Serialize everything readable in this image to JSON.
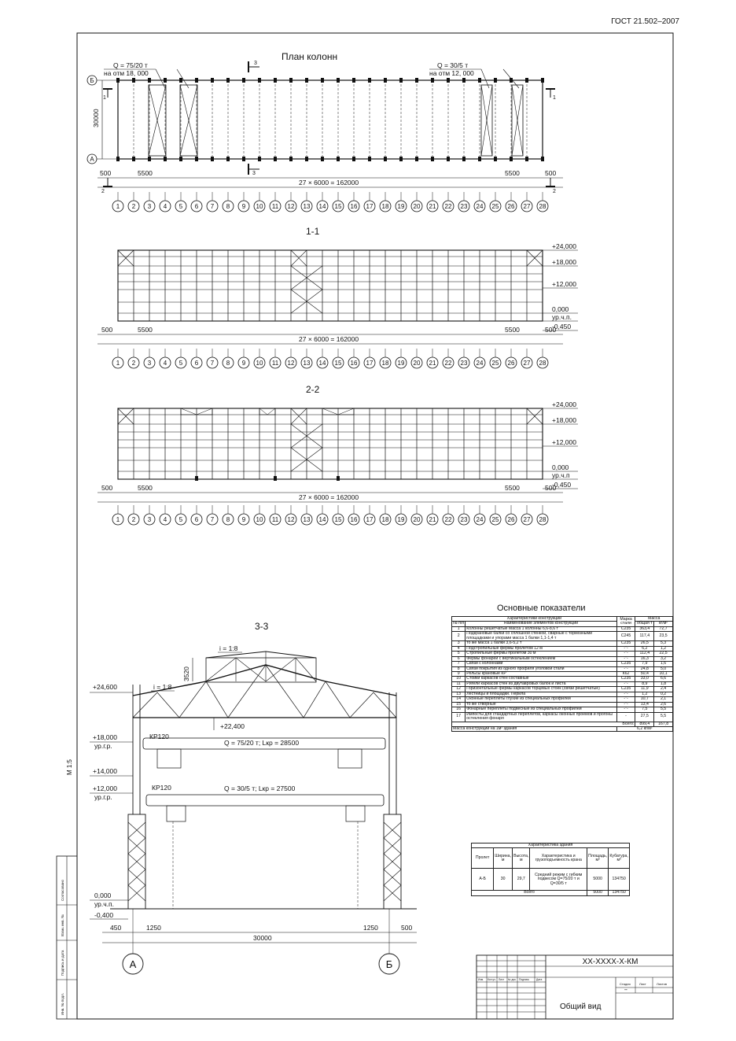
{
  "header": {
    "standard": "ГОСТ 21.502–2007"
  },
  "plan": {
    "title": "План колонн",
    "crane_left": {
      "q": "Q = 75/20 т",
      "level": "на отм  18, 000"
    },
    "crane_right": {
      "q": "Q = 30/5 т",
      "level": "на отм  12, 000"
    },
    "width_dim": "30000",
    "dims": {
      "left": "500",
      "bay_left": "5500",
      "total": "27 × 6000 = 162000",
      "bay_right": "5500",
      "right": "500"
    },
    "row_top": "Б",
    "row_bottom": "А",
    "sections": {
      "s1": "1",
      "s2": "2",
      "s3": "3"
    }
  },
  "axes": [
    "1",
    "2",
    "3",
    "4",
    "5",
    "6",
    "7",
    "8",
    "9",
    "10",
    "11",
    "12",
    "13",
    "14",
    "15",
    "16",
    "17",
    "18",
    "19",
    "20",
    "21",
    "22",
    "23",
    "24",
    "25",
    "26",
    "27",
    "28"
  ],
  "section11": {
    "title": "1-1",
    "levels": [
      "+24,000",
      "+18,000",
      "+12,000",
      "0,000",
      "ур.ч.п.",
      "-0,450"
    ],
    "dims": {
      "left": "500",
      "bay_left": "5500",
      "total": "27 × 6000 = 162000",
      "bay_right": "5500",
      "right": "500"
    }
  },
  "section22": {
    "title": "2-2",
    "levels": [
      "+24,000",
      "+18,000",
      "+12,000",
      "0,000",
      "ур.ч.п",
      "-0,450"
    ],
    "dims": {
      "left": "500",
      "bay_left": "5500",
      "total": "27 × 6000 = 162000",
      "bay_right": "5500",
      "right": "500"
    }
  },
  "section33": {
    "title": "3-3",
    "scale": "М 1:5",
    "slope_top": "i = 1:8",
    "slope_left": "i = 1:8",
    "lantern_height": "3520",
    "level_2460": "+24,600",
    "level_2240": "+22,400",
    "level_18": "+18,000",
    "level_18_note": "ур.г.р.",
    "level_14": "+14,000",
    "level_12": "+12,000",
    "level_12_note": "ур.г.р.",
    "level_0": "0,000",
    "level_0_note": "ур.ч.п.",
    "level_m04": "-0,400",
    "rail_upper": "КР120",
    "rail_lower": "КР120",
    "crane_upper": "Q = 75/20 т; Lкр = 28500",
    "crane_lower": "Q = 30/5 т; Lкр = 27500",
    "dims": {
      "left": "450",
      "left_inner": "1250",
      "span": "30000",
      "right_inner": "1250",
      "right": "500"
    },
    "axis_left": "А",
    "axis_right": "Б"
  },
  "osn": {
    "title": "Основные показатели",
    "h_char": "Характеристики конструкций",
    "h_mark": "Марка стали",
    "h_mass": "Масса",
    "h_no": "№ п/п",
    "h_name": "Наименование элементов конструкций",
    "h_total": "общая т",
    "h_perm": "кг/м²",
    "rows": [
      [
        "1",
        "Колонны решетчатые  Масса 1 колонны 6,6-8,6 т",
        "С235",
        "363,4",
        "72,7"
      ],
      [
        "2",
        "Подкрановые балки со сплошной стенкой, сварные с тормозными площадками и упорами  масса 1 балки 1,1-1,4 т",
        "С245",
        "117,4",
        "23,5"
      ],
      [
        "3",
        "то же                   масса 1 балки 3,6-5,2 т",
        "С235",
        "26,5",
        "5,3"
      ],
      [
        "4",
        "Подстропильные фермы пролетом 12 м",
        "-\"-",
        "6,2",
        "1,2"
      ],
      [
        "5",
        "Стропильные фермы пролетом 30 м",
        "-\"-",
        "112,4",
        "22,5"
      ],
      [
        "6",
        "Фермы фонарей с вертикальным остеклением",
        "-\"-",
        "16,3",
        "3,2"
      ],
      [
        "7",
        "Связи с колоннами",
        "С235",
        "7,9",
        "1,6"
      ],
      [
        "8",
        "Связи покрытия из одного профиля уголовой стали",
        "-\"-",
        "24,8",
        "5,0"
      ],
      [
        "9",
        "Рельсы крановые КР",
        "К62",
        "50,4",
        "10,1"
      ],
      [
        "10",
        "Стойки каркасов стен составные",
        "С235",
        "33,0",
        "6,6"
      ],
      [
        "11",
        "Ригели каркасов стен из двутавровых балок и листа",
        "-\"-",
        "8,9",
        "1,8"
      ],
      [
        "12",
        "Горизонтальные фермы каркасов торцевых стоек (связи решетчатые)",
        "С235",
        "11,9",
        "2,4"
      ],
      [
        "13",
        "Лестницы и площадки. Перила",
        "-\"-",
        "1,2",
        "0,2"
      ],
      [
        "14",
        "Оконные переплеты глухие из специальных профилей",
        "-\"-",
        "10,7",
        "2,1"
      ],
      [
        "15",
        "то же                  створные",
        "-\"-",
        "13,4",
        "2,6"
      ],
      [
        "16",
        "Фонарные переплеты подвесные из специальных профилей",
        "-\"-",
        "7,5",
        "5,5"
      ],
      [
        "17",
        "Импосты для стандартных переплетов, каркасы оконных проемов и прогоны остекления фонаря",
        "-",
        "27,5",
        "5,5"
      ]
    ],
    "total_label": "Всего:",
    "total_mass": "899,4",
    "total_perm": "167,8",
    "footer_label": "Масса конструкций на 1м² здания",
    "footer_value": "6,2 кг/м²"
  },
  "har": {
    "title": "Характеристика здания",
    "h_span": "Пролет",
    "h_width": "Ширина, м",
    "h_height": "Высота, м",
    "h_char": "Характеристика и грузоподъемность крана",
    "h_area": "Площадь, м²",
    "h_vol": "Кубатура, м³",
    "row": {
      "span": "А-Б",
      "width": "30",
      "height": "29,7",
      "char": "Средний режим с гибким подвесом Q=75/20 т и Q=30/5 т",
      "area": "5000",
      "vol": "134750"
    },
    "total_label": "Всего",
    "total_area": "5000",
    "total_vol": "134750"
  },
  "stamp": {
    "code": "ХХ-ХХХХ-Х-КМ",
    "name": "Общий вид",
    "h_stage": "Стадия",
    "h_sheet": "Лист",
    "h_sheets": "Листов",
    "stage_value": "\"\"",
    "cols": [
      "Изм.",
      "Кол.уч.",
      "Лист",
      "№ док.",
      "Подпись",
      "Дата"
    ],
    "left_labels": [
      "Инв. № подл.",
      "Подпись и дата",
      "Взам. инв. №",
      "Согласовано"
    ]
  }
}
